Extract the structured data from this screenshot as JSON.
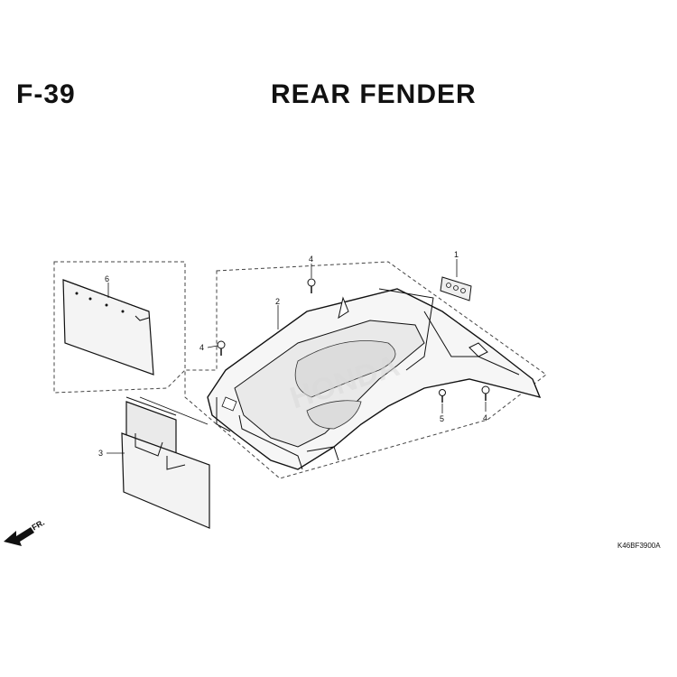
{
  "header": {
    "section_code": "F-39",
    "title": "REAR FENDER"
  },
  "diagram_code": "K46BF3900A",
  "direction_label": "FR.",
  "callouts": {
    "part1": "1",
    "part2": "2",
    "part3": "3",
    "part4a": "4",
    "part4b": "4",
    "part4c": "4",
    "part5": "5",
    "part6": "6"
  },
  "watermark": "HONDA"
}
